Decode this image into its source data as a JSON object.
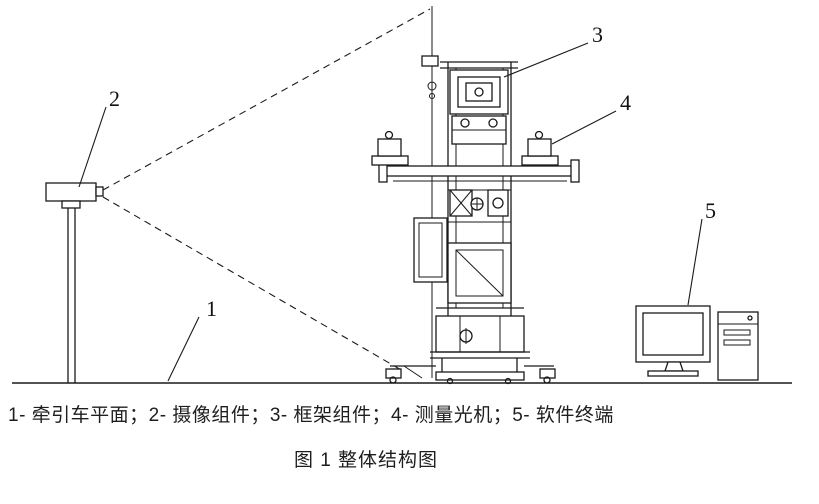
{
  "colors": {
    "ink": "#1a1a1a",
    "background": "#ffffff"
  },
  "labels": {
    "n1": "1",
    "n2": "2",
    "n3": "3",
    "n4": "4",
    "n5": "5"
  },
  "figure": {
    "caption": "1- 牵引车平面；2- 摄像组件；3- 框架组件；4- 测量光机；5- 软件终端",
    "title": "图 1 整体结构图"
  }
}
